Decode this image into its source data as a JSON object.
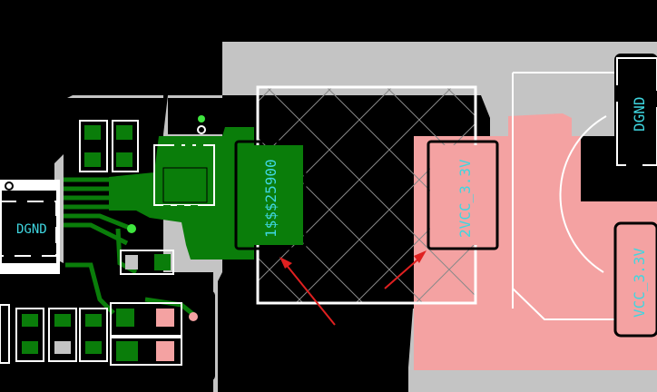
{
  "viewer": {
    "colors": {
      "background": "#000000",
      "copper_pour": "#c4c4c4",
      "signal_copper": "#0a7d0a",
      "power_pour": "#f4a2a2",
      "silkscreen": "#ffffff",
      "net_label": "#3fd6e0",
      "annotation_arrow": "#e02020",
      "via": "#3ee63e"
    },
    "labels": {
      "dgnd_left": "DGND",
      "dgnd_top_right": "DGND",
      "pad1_net": "1$$$25900",
      "pad2_net": "2VCC_3.3V",
      "vcc_bottom_right": "VCC_3.3V"
    },
    "annotations": {
      "arrow_count": 2,
      "arrow_targets": [
        "pad1-net-label",
        "pad2-net-label"
      ]
    }
  }
}
